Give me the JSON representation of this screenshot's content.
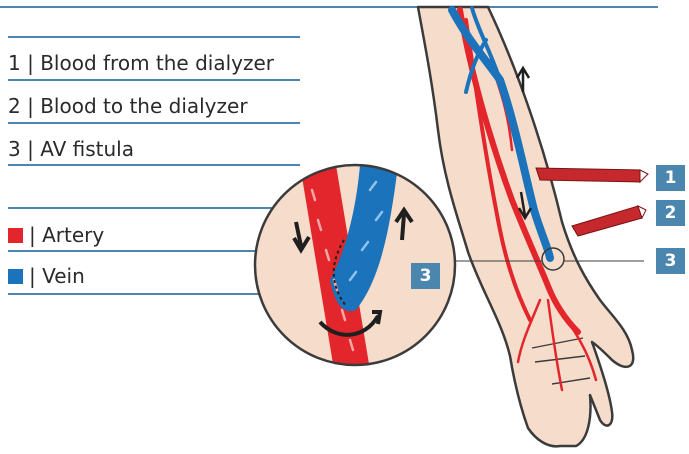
{
  "legend": {
    "items": [
      {
        "num": "1",
        "sep": "|",
        "text": "Blood from the dialyzer"
      },
      {
        "num": "2",
        "sep": "|",
        "text": "Blood to the dialyzer"
      },
      {
        "num": "3",
        "sep": "|",
        "text": "AV fistula"
      }
    ],
    "vessels": [
      {
        "sep": "|",
        "text": "Artery",
        "color": "#e3262b"
      },
      {
        "sep": "|",
        "text": "Vein",
        "color": "#1b73bb"
      }
    ]
  },
  "callouts": {
    "needle_1": "1",
    "needle_2": "2",
    "fistula_arm": "3",
    "fistula_zoom": "3"
  },
  "colors": {
    "accent_line": "#4a86ad",
    "artery": "#e3262b",
    "vein": "#1b73bb",
    "skin": "#f6dccb"
  }
}
